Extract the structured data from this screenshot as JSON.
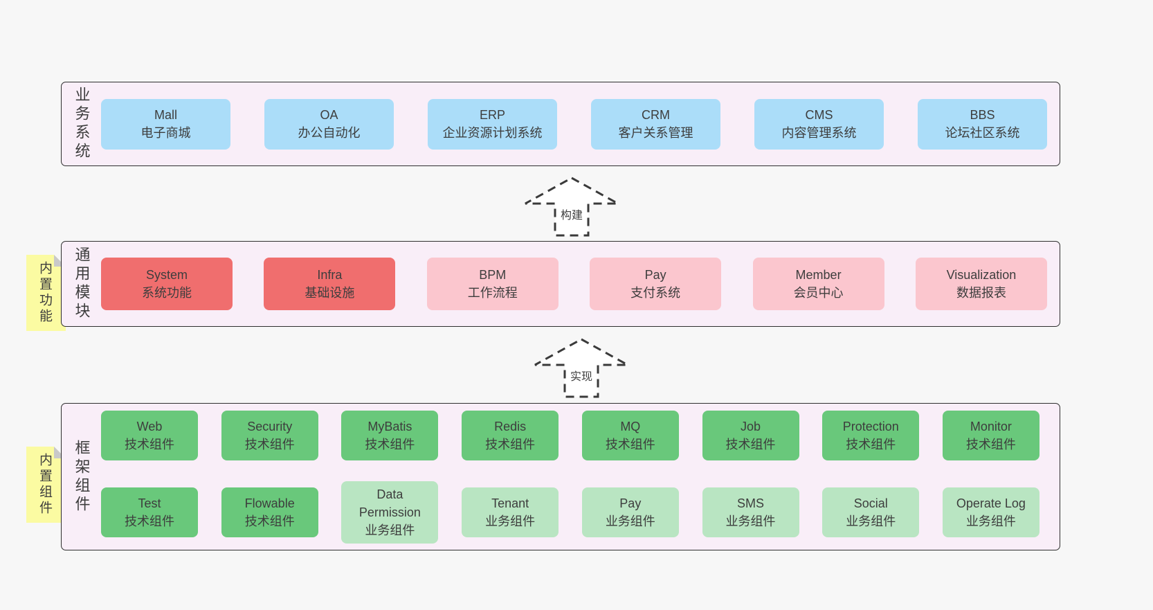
{
  "colors": {
    "page_bg": "#f7f7f7",
    "section_bg": "#f9eef8",
    "section_border": "#2e2e2e",
    "blue": "#abddf9",
    "red": "#f06e6e",
    "pink": "#fbc6ce",
    "green": "#69c87b",
    "lightgreen": "#b9e5c2",
    "sticky_yellow": "#fbfba2",
    "sticky_fold": "#c9c9c9",
    "text": "#3d3d3d"
  },
  "arrows": [
    {
      "label": "构建"
    },
    {
      "label": "实现"
    }
  ],
  "sections": [
    {
      "label": "业务系统",
      "rows": [
        [
          {
            "name": "Mall",
            "desc": "电子商城",
            "variant": "blue"
          },
          {
            "name": "OA",
            "desc": "办公自动化",
            "variant": "blue"
          },
          {
            "name": "ERP",
            "desc": "企业资源计划系统",
            "variant": "blue"
          },
          {
            "name": "CRM",
            "desc": "客户关系管理",
            "variant": "blue"
          },
          {
            "name": "CMS",
            "desc": "内容管理系统",
            "variant": "blue"
          },
          {
            "name": "BBS",
            "desc": "论坛社区系统",
            "variant": "blue"
          }
        ]
      ]
    },
    {
      "label": "通用模块",
      "sticky": "内置功能",
      "rows": [
        [
          {
            "name": "System",
            "desc": "系统功能",
            "variant": "red"
          },
          {
            "name": "Infra",
            "desc": "基础设施",
            "variant": "red"
          },
          {
            "name": "BPM",
            "desc": "工作流程",
            "variant": "pink"
          },
          {
            "name": "Pay",
            "desc": "支付系统",
            "variant": "pink"
          },
          {
            "name": "Member",
            "desc": "会员中心",
            "variant": "pink"
          },
          {
            "name": "Visualization",
            "desc": "数据报表",
            "variant": "pink"
          }
        ]
      ]
    },
    {
      "label": "框架组件",
      "sticky": "内置组件",
      "rows": [
        [
          {
            "name": "Web",
            "desc": "技术组件",
            "variant": "green"
          },
          {
            "name": "Security",
            "desc": "技术组件",
            "variant": "green"
          },
          {
            "name": "MyBatis",
            "desc": "技术组件",
            "variant": "green"
          },
          {
            "name": "Redis",
            "desc": "技术组件",
            "variant": "green"
          },
          {
            "name": "MQ",
            "desc": "技术组件",
            "variant": "green"
          },
          {
            "name": "Job",
            "desc": "技术组件",
            "variant": "green"
          },
          {
            "name": "Protection",
            "desc": "技术组件",
            "variant": "green"
          },
          {
            "name": "Monitor",
            "desc": "技术组件",
            "variant": "green"
          }
        ],
        [
          {
            "name": "Test",
            "desc": "技术组件",
            "variant": "green"
          },
          {
            "name": "Flowable",
            "desc": "技术组件",
            "variant": "green"
          },
          {
            "name": "Data Permission",
            "desc": "业务组件",
            "variant": "lightgreen"
          },
          {
            "name": "Tenant",
            "desc": "业务组件",
            "variant": "lightgreen"
          },
          {
            "name": "Pay",
            "desc": "业务组件",
            "variant": "lightgreen"
          },
          {
            "name": "SMS",
            "desc": "业务组件",
            "variant": "lightgreen"
          },
          {
            "name": "Social",
            "desc": "业务组件",
            "variant": "lightgreen"
          },
          {
            "name": "Operate Log",
            "desc": "业务组件",
            "variant": "lightgreen"
          }
        ]
      ]
    }
  ]
}
